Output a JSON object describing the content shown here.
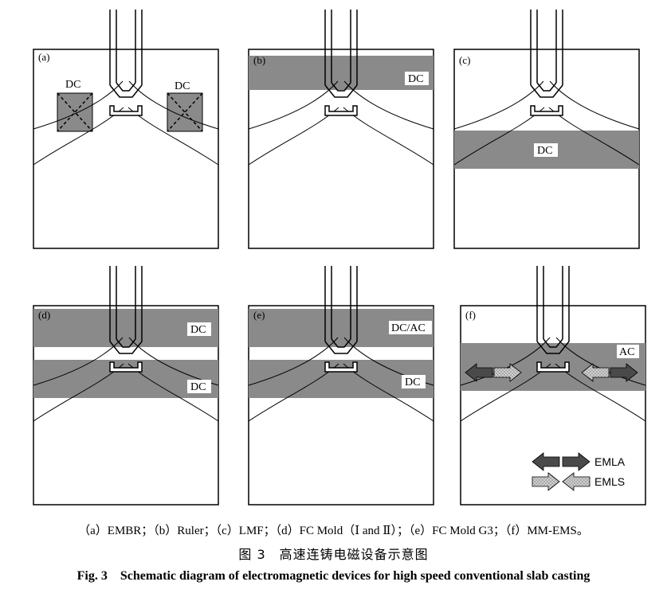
{
  "panels": [
    {
      "id": "a",
      "tag": "(a)"
    },
    {
      "id": "b",
      "tag": "(b)"
    },
    {
      "id": "c",
      "tag": "(c)"
    },
    {
      "id": "d",
      "tag": "(d)"
    },
    {
      "id": "e",
      "tag": "(e)"
    },
    {
      "id": "f",
      "tag": "(f)"
    }
  ],
  "labels": {
    "a_left": "DC",
    "a_right": "DC",
    "b": "DC",
    "c": "DC",
    "d_top": "DC",
    "d_bottom": "DC",
    "e_top": "DC/AC",
    "e_bottom": "DC",
    "f": "AC"
  },
  "legend": {
    "emla": "EMLA",
    "emls": "EMLS"
  },
  "captions": {
    "sub": "（a）EMBR；（b）Ruler；（c）LMF；（d）FC Mold（Ⅰ and Ⅱ）；（e）FC Mold G3；（f）MM-EMS。",
    "cn": "图 3　高速连铸电磁设备示意图",
    "en": "Fig. 3    Schematic diagram of electromagnetic devices for high speed conventional slab casting"
  },
  "colors": {
    "field": "#8a8a8a",
    "arrow_dark": "#4a4a4a",
    "arrow_light": "#c8c8c8"
  }
}
